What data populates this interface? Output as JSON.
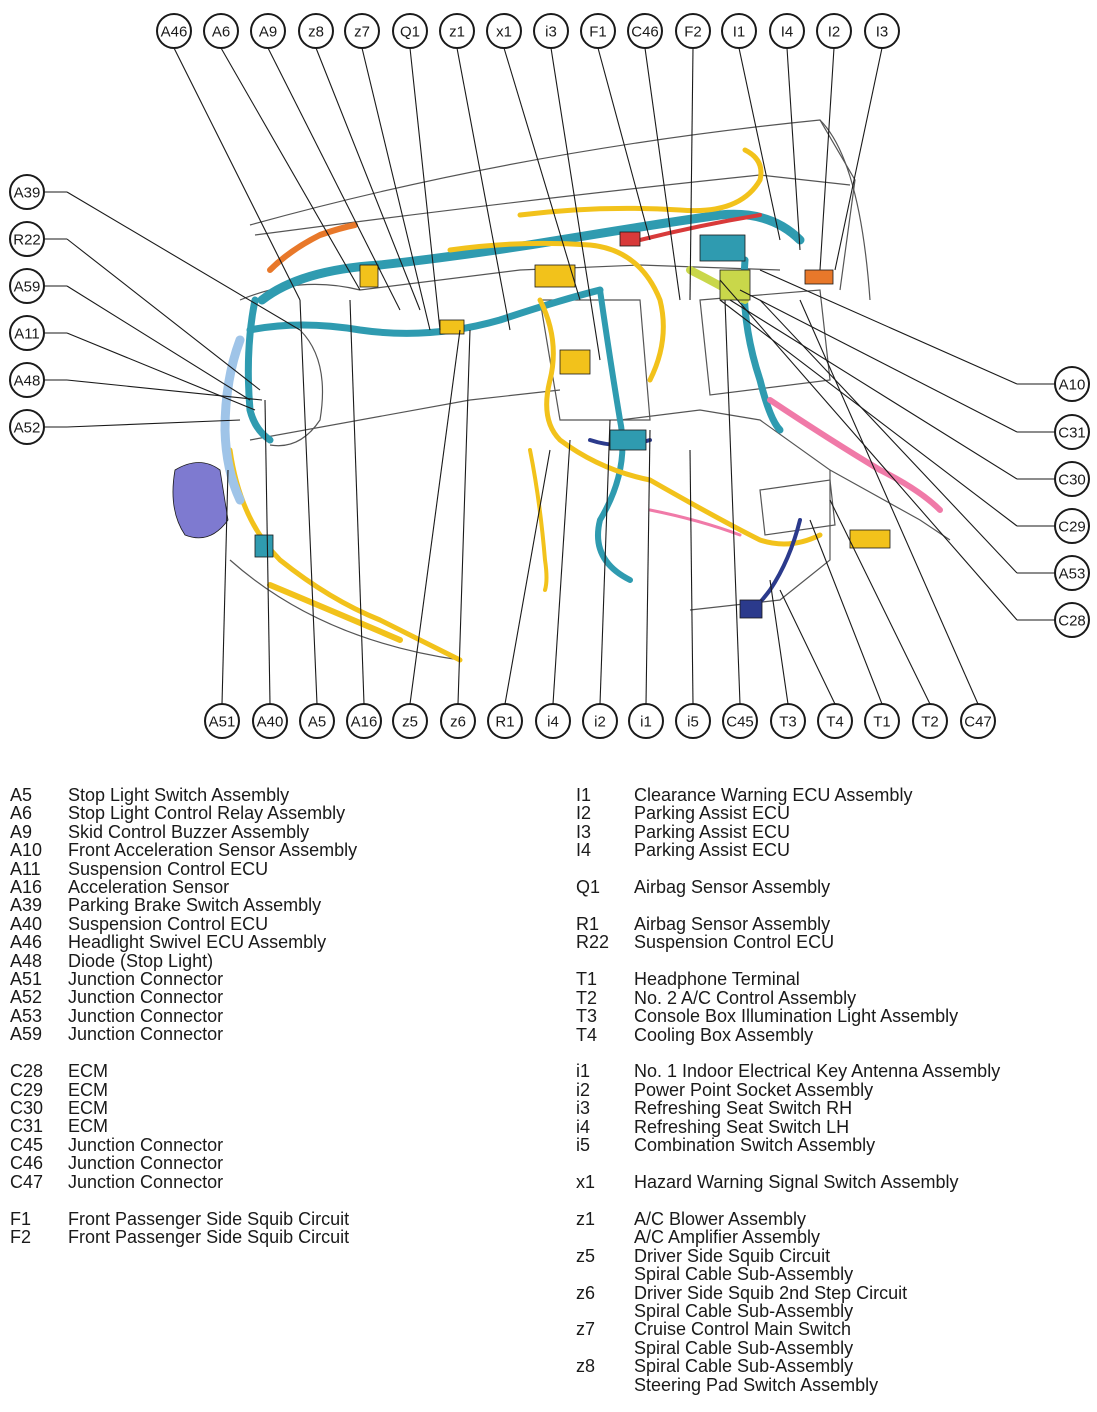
{
  "diagram": {
    "colors": {
      "harness_teal": "#2f9bb0",
      "harness_yellow": "#f2c21b",
      "harness_red": "#d83a3a",
      "harness_pink": "#f07aa8",
      "harness_navy": "#2b3a8c",
      "harness_violet": "#7e7ad0",
      "harness_lime": "#c9d74a",
      "harness_orange": "#e8782a",
      "outline": "#1a1a1a"
    },
    "callouts_top": [
      "A46",
      "A6",
      "A9",
      "z8",
      "z7",
      "Q1",
      "z1",
      "x1",
      "i3",
      "F1",
      "C46",
      "F2",
      "I1",
      "I4",
      "I2",
      "I3"
    ],
    "callouts_left": [
      "A39",
      "R22",
      "A59",
      "A11",
      "A48",
      "A52"
    ],
    "callouts_right": [
      "A10",
      "C31",
      "C30",
      "C29",
      "A53",
      "C28"
    ],
    "callouts_bottom": [
      "A51",
      "A40",
      "A5",
      "A16",
      "z5",
      "z6",
      "R1",
      "i4",
      "i2",
      "i1",
      "i5",
      "C45",
      "T3",
      "T4",
      "T1",
      "T2",
      "C47"
    ]
  },
  "legend": {
    "left": [
      {
        "items": [
          {
            "code": "A5",
            "names": [
              "Stop Light Switch Assembly"
            ]
          },
          {
            "code": "A6",
            "names": [
              "Stop Light Control Relay Assembly"
            ]
          },
          {
            "code": "A9",
            "names": [
              "Skid Control Buzzer Assembly"
            ]
          },
          {
            "code": "A10",
            "names": [
              "Front Acceleration Sensor Assembly"
            ]
          },
          {
            "code": "A11",
            "names": [
              "Suspension Control ECU"
            ]
          },
          {
            "code": "A16",
            "names": [
              "Acceleration Sensor"
            ]
          },
          {
            "code": "A39",
            "names": [
              "Parking Brake Switch Assembly"
            ]
          },
          {
            "code": "A40",
            "names": [
              "Suspension Control ECU"
            ]
          },
          {
            "code": "A46",
            "names": [
              "Headlight Swivel ECU Assembly"
            ]
          },
          {
            "code": "A48",
            "names": [
              "Diode (Stop Light)"
            ]
          },
          {
            "code": "A51",
            "names": [
              "Junction Connector"
            ]
          },
          {
            "code": "A52",
            "names": [
              "Junction Connector"
            ]
          },
          {
            "code": "A53",
            "names": [
              "Junction Connector"
            ]
          },
          {
            "code": "A59",
            "names": [
              "Junction Connector"
            ]
          }
        ]
      },
      {
        "items": [
          {
            "code": "C28",
            "names": [
              "ECM"
            ]
          },
          {
            "code": "C29",
            "names": [
              "ECM"
            ]
          },
          {
            "code": "C30",
            "names": [
              "ECM"
            ]
          },
          {
            "code": "C31",
            "names": [
              "ECM"
            ]
          },
          {
            "code": "C45",
            "names": [
              "Junction Connector"
            ]
          },
          {
            "code": "C46",
            "names": [
              "Junction Connector"
            ]
          },
          {
            "code": "C47",
            "names": [
              "Junction Connector"
            ]
          }
        ]
      },
      {
        "items": [
          {
            "code": "F1",
            "names": [
              "Front Passenger Side Squib Circuit"
            ]
          },
          {
            "code": "F2",
            "names": [
              "Front Passenger Side Squib Circuit"
            ]
          }
        ]
      }
    ],
    "right": [
      {
        "items": [
          {
            "code": "I1",
            "names": [
              "Clearance Warning ECU Assembly"
            ]
          },
          {
            "code": "I2",
            "names": [
              "Parking Assist ECU"
            ]
          },
          {
            "code": "I3",
            "names": [
              "Parking Assist ECU"
            ]
          },
          {
            "code": "I4",
            "names": [
              "Parking Assist ECU"
            ]
          }
        ]
      },
      {
        "items": [
          {
            "code": "Q1",
            "names": [
              "Airbag Sensor Assembly"
            ]
          }
        ]
      },
      {
        "items": [
          {
            "code": "R1",
            "names": [
              "Airbag Sensor Assembly"
            ]
          },
          {
            "code": "R22",
            "names": [
              "Suspension Control ECU"
            ]
          }
        ]
      },
      {
        "items": [
          {
            "code": "T1",
            "names": [
              "Headphone Terminal"
            ]
          },
          {
            "code": "T2",
            "names": [
              "No. 2 A/C Control Assembly"
            ]
          },
          {
            "code": "T3",
            "names": [
              "Console Box Illumination Light Assembly"
            ]
          },
          {
            "code": "T4",
            "names": [
              "Cooling Box Assembly"
            ]
          }
        ]
      },
      {
        "items": [
          {
            "code": "i1",
            "names": [
              "No. 1 Indoor Electrical Key Antenna Assembly"
            ]
          },
          {
            "code": "i2",
            "names": [
              "Power Point Socket Assembly"
            ]
          },
          {
            "code": "i3",
            "names": [
              "Refreshing Seat Switch RH"
            ]
          },
          {
            "code": "i4",
            "names": [
              "Refreshing Seat Switch LH"
            ]
          },
          {
            "code": "i5",
            "names": [
              "Combination Switch Assembly"
            ]
          }
        ]
      },
      {
        "items": [
          {
            "code": "x1",
            "names": [
              "Hazard Warning Signal Switch Assembly"
            ]
          }
        ]
      },
      {
        "items": [
          {
            "code": "z1",
            "names": [
              "A/C Blower Assembly",
              "A/C Amplifier Assembly"
            ]
          },
          {
            "code": "z5",
            "names": [
              "Driver Side Squib Circuit",
              "Spiral Cable Sub-Assembly"
            ]
          },
          {
            "code": "z6",
            "names": [
              "Driver Side Squib 2nd Step Circuit",
              "Spiral Cable Sub-Assembly"
            ]
          },
          {
            "code": "z7",
            "names": [
              "Cruise Control Main Switch",
              "Spiral Cable Sub-Assembly"
            ]
          },
          {
            "code": "z8",
            "names": [
              "Spiral Cable Sub-Assembly",
              "Steering Pad Switch Assembly"
            ]
          }
        ]
      }
    ]
  }
}
